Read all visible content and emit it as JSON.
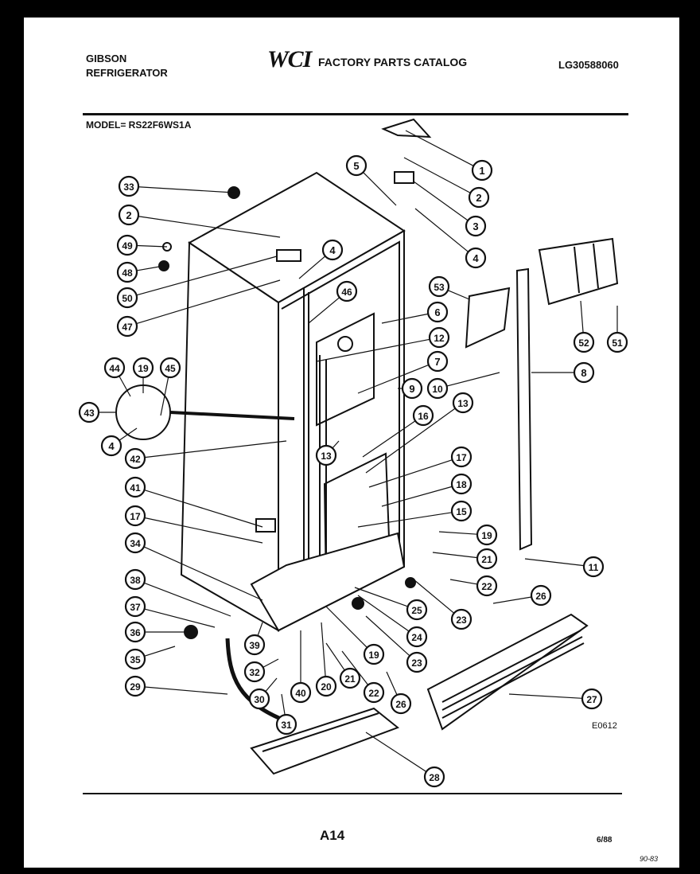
{
  "header": {
    "manufacturer_line1": "GIBSON",
    "manufacturer_line2": "REFRIGERATOR",
    "logo": "WCI",
    "catalog_title": "FACTORY PARTS CATALOG",
    "document_number": "LG30588060",
    "model_label": "MODEL= RS22F6WS1A"
  },
  "footer": {
    "page_number": "A14",
    "date": "6/88",
    "drawing_code": "E0612",
    "handwritten_mark": "90-83"
  },
  "callout_labels": [
    "1",
    "2",
    "3",
    "4",
    "5",
    "6",
    "7",
    "8",
    "9",
    "10",
    "11",
    "12",
    "13",
    "15",
    "16",
    "17",
    "18",
    "19",
    "20",
    "21",
    "22",
    "23",
    "24",
    "25",
    "26",
    "27",
    "28",
    "29",
    "30",
    "31",
    "32",
    "33",
    "34",
    "35",
    "36",
    "37",
    "38",
    "39",
    "40",
    "41",
    "42",
    "43",
    "44",
    "45",
    "46",
    "47",
    "48",
    "49",
    "50",
    "51",
    "52",
    "53"
  ]
}
